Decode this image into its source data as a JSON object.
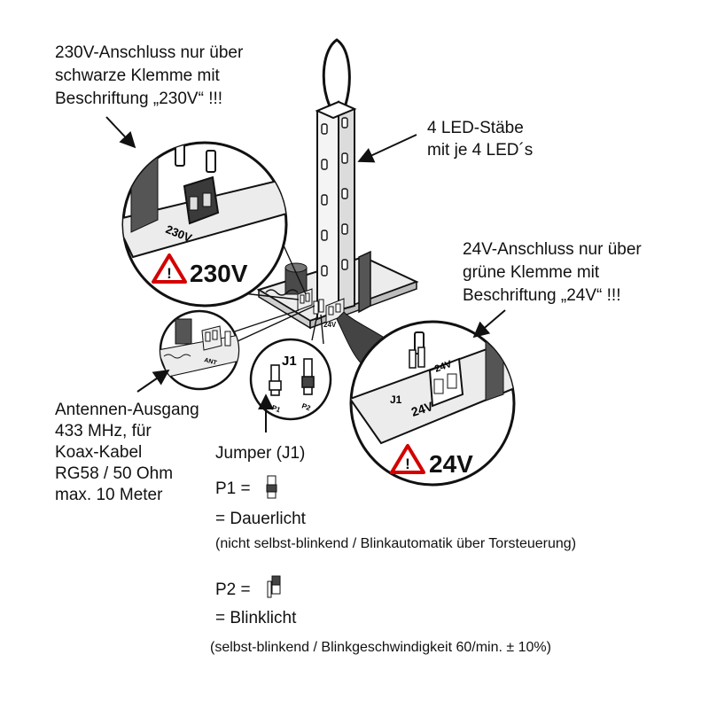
{
  "labels": {
    "c230_line1": "230V-Anschluss nur über",
    "c230_line2": "schwarze Klemme mit",
    "c230_line3": "Beschriftung „230V“ !!!",
    "led_line1": "4 LED-Stäbe",
    "led_line2": "mit je 4 LED´s",
    "c24_line1": "24V-Anschluss nur über",
    "c24_line2": "grüne Klemme mit",
    "c24_line3": "Beschriftung „24V“ !!!",
    "ant_line1": "Antennen-Ausgang",
    "ant_line2": "433 MHz, für",
    "ant_line3": "Koax-Kabel",
    "ant_line4": "RG58 / 50 Ohm",
    "ant_line5": "max. 10 Meter",
    "jumper_title": "Jumper (J1)",
    "p1_label": "P1 =",
    "p1_meaning": "= Dauerlicht",
    "p1_note": "(nicht selbst-blinkend / Blinkautomatik über Torsteuerung)",
    "p2_label": "P2 =",
    "p2_meaning": "= Blinklicht",
    "p2_note": "(selbst-blinkend / Blinkgeschwindigkeit 60/min. ± 10%)"
  },
  "callouts": {
    "warn_230": "230V",
    "warn_24": "24V",
    "terminal_230": "230V",
    "terminal_24": "24V",
    "j1": "J1",
    "p1": "P1",
    "p2": "P2",
    "ant": "ANT"
  },
  "colors": {
    "warning_red": "#d40000",
    "line": "#111111",
    "board": "#ececec",
    "terminal": "#3a3a3a"
  }
}
